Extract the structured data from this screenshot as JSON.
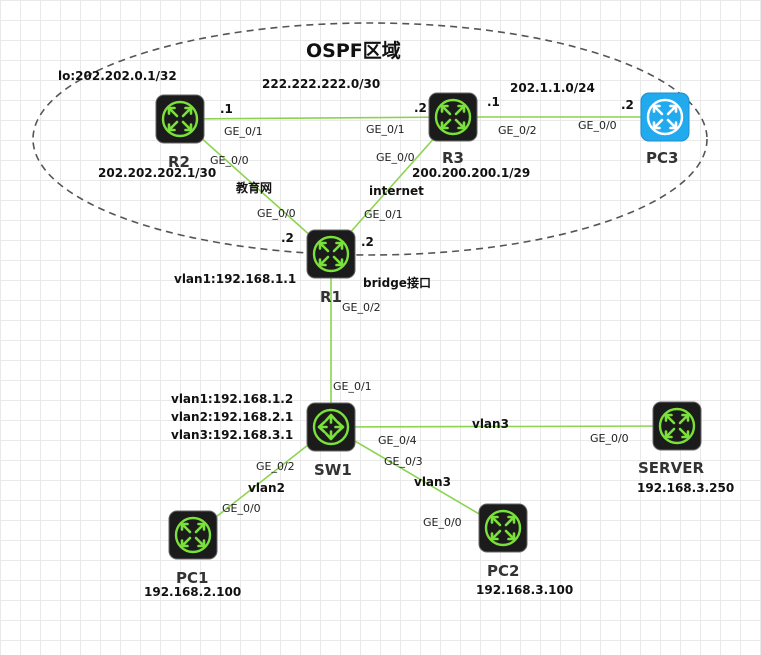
{
  "diagram": {
    "title": "OSPF区域",
    "colors": {
      "link": "#8cd44f",
      "device_fill": "#1b1b1b",
      "device_border": "#666666",
      "device_icon": "#7ae03a",
      "pc3_fill": "#22aaee",
      "ellipse": "#555555"
    },
    "devices": {
      "r2": {
        "name": "R2",
        "icon": "router-icon"
      },
      "r3": {
        "name": "R3",
        "icon": "router-icon"
      },
      "pc3": {
        "name": "PC3",
        "icon": "router-icon"
      },
      "r1": {
        "name": "R1",
        "icon": "router-icon"
      },
      "sw1": {
        "name": "SW1",
        "icon": "switch-icon"
      },
      "server": {
        "name": "SERVER",
        "icon": "router-icon"
      },
      "pc1": {
        "name": "PC1",
        "icon": "router-icon"
      },
      "pc2": {
        "name": "PC2",
        "icon": "router-icon"
      }
    },
    "notes": {
      "r2_loopback": "lo:202.202.0.1/32",
      "net_r2_r3": "222.222.222.0/30",
      "net_r3_pc3": "202.1.1.0/24",
      "r2_oct": ".1",
      "r3_oct_left": ".2",
      "r3_oct_right": ".1",
      "pc3_oct": ".2",
      "r2_ge01": "GE_0/1",
      "r3_ge01": "GE_0/1",
      "r3_ge02": "GE_0/2",
      "pc3_ge00": "GE_0/0",
      "r2_ge00": "GE_0/0",
      "r3_ge00": "GE_0/0",
      "r2_net": "202.202.202.1/30",
      "r3_net": "200.200.200.1/29",
      "edu_net": "教育网",
      "internet": "internet",
      "r1_ge00": "GE_0/0",
      "r1_ge01": "GE_0/1",
      "r1_oct_left": ".2",
      "r1_oct_right": ".2",
      "r1_vlan1": "vlan1:192.168.1.1",
      "bridge": "bridge接口",
      "r1_ge02": "GE_0/2",
      "sw1_ge01": "GE_0/1",
      "sw1_vlan1": "vlan1:192.168.1.2",
      "sw1_vlan2": "vlan2:192.168.2.1",
      "sw1_vlan3": "vlan3:192.168.3.1",
      "sw1_ge04": "GE_0/4",
      "vlan3_server": "vlan3",
      "server_ge00": "GE_0/0",
      "server_ip": "192.168.3.250",
      "sw1_ge02": "GE_0/2",
      "vlan2_pc1": "vlan2",
      "pc1_ge00": "GE_0/0",
      "pc1_ip": "192.168.2.100",
      "sw1_ge03": "GE_0/3",
      "vlan3_pc2": "vlan3",
      "pc2_ge00": "GE_0/0",
      "pc2_ip": "192.168.3.100"
    }
  }
}
